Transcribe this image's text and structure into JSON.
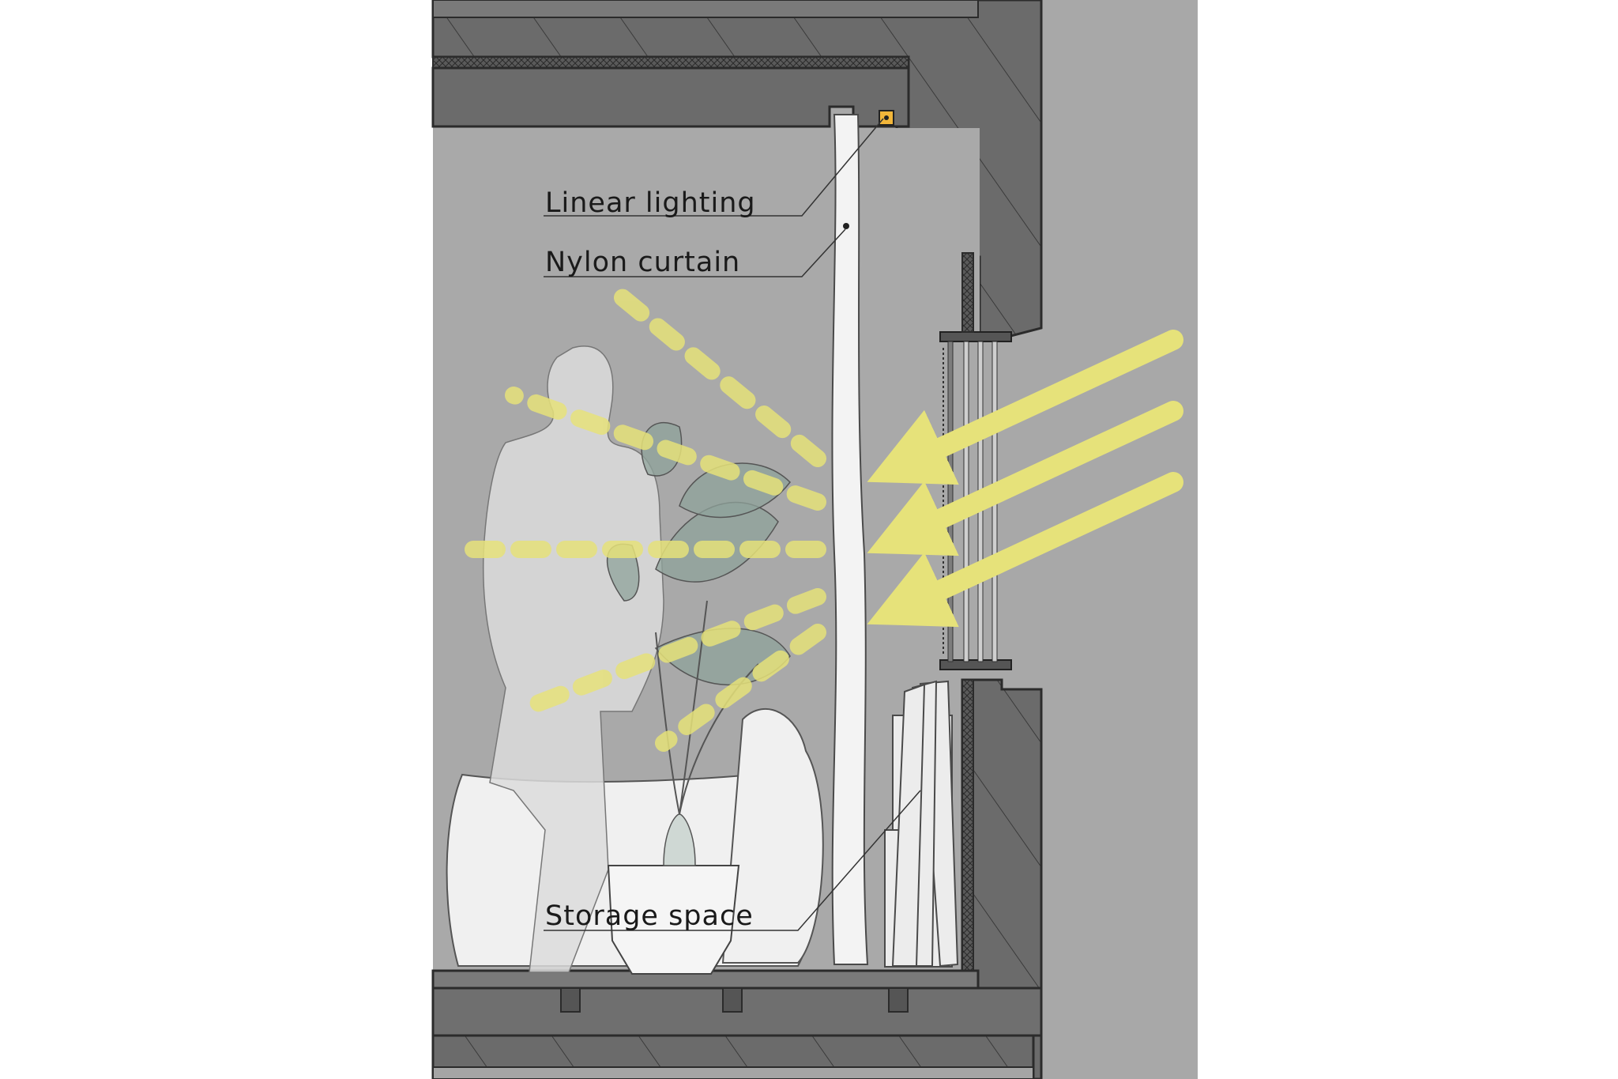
{
  "labels": {
    "linear_lighting": "Linear lighting",
    "nylon_curtain": "Nylon curtain",
    "storage_space": "Storage space"
  },
  "colors": {
    "background": "#ffffff",
    "room_wall": "#a5a5a5",
    "structure": "#6b6b6b",
    "structure_outline": "#2b2b2b",
    "interior": "#a9a9a9",
    "daylight_arrow": "#e6e27a",
    "light_fixture": "#f2b63a",
    "curtain": "#f3f3f3"
  }
}
